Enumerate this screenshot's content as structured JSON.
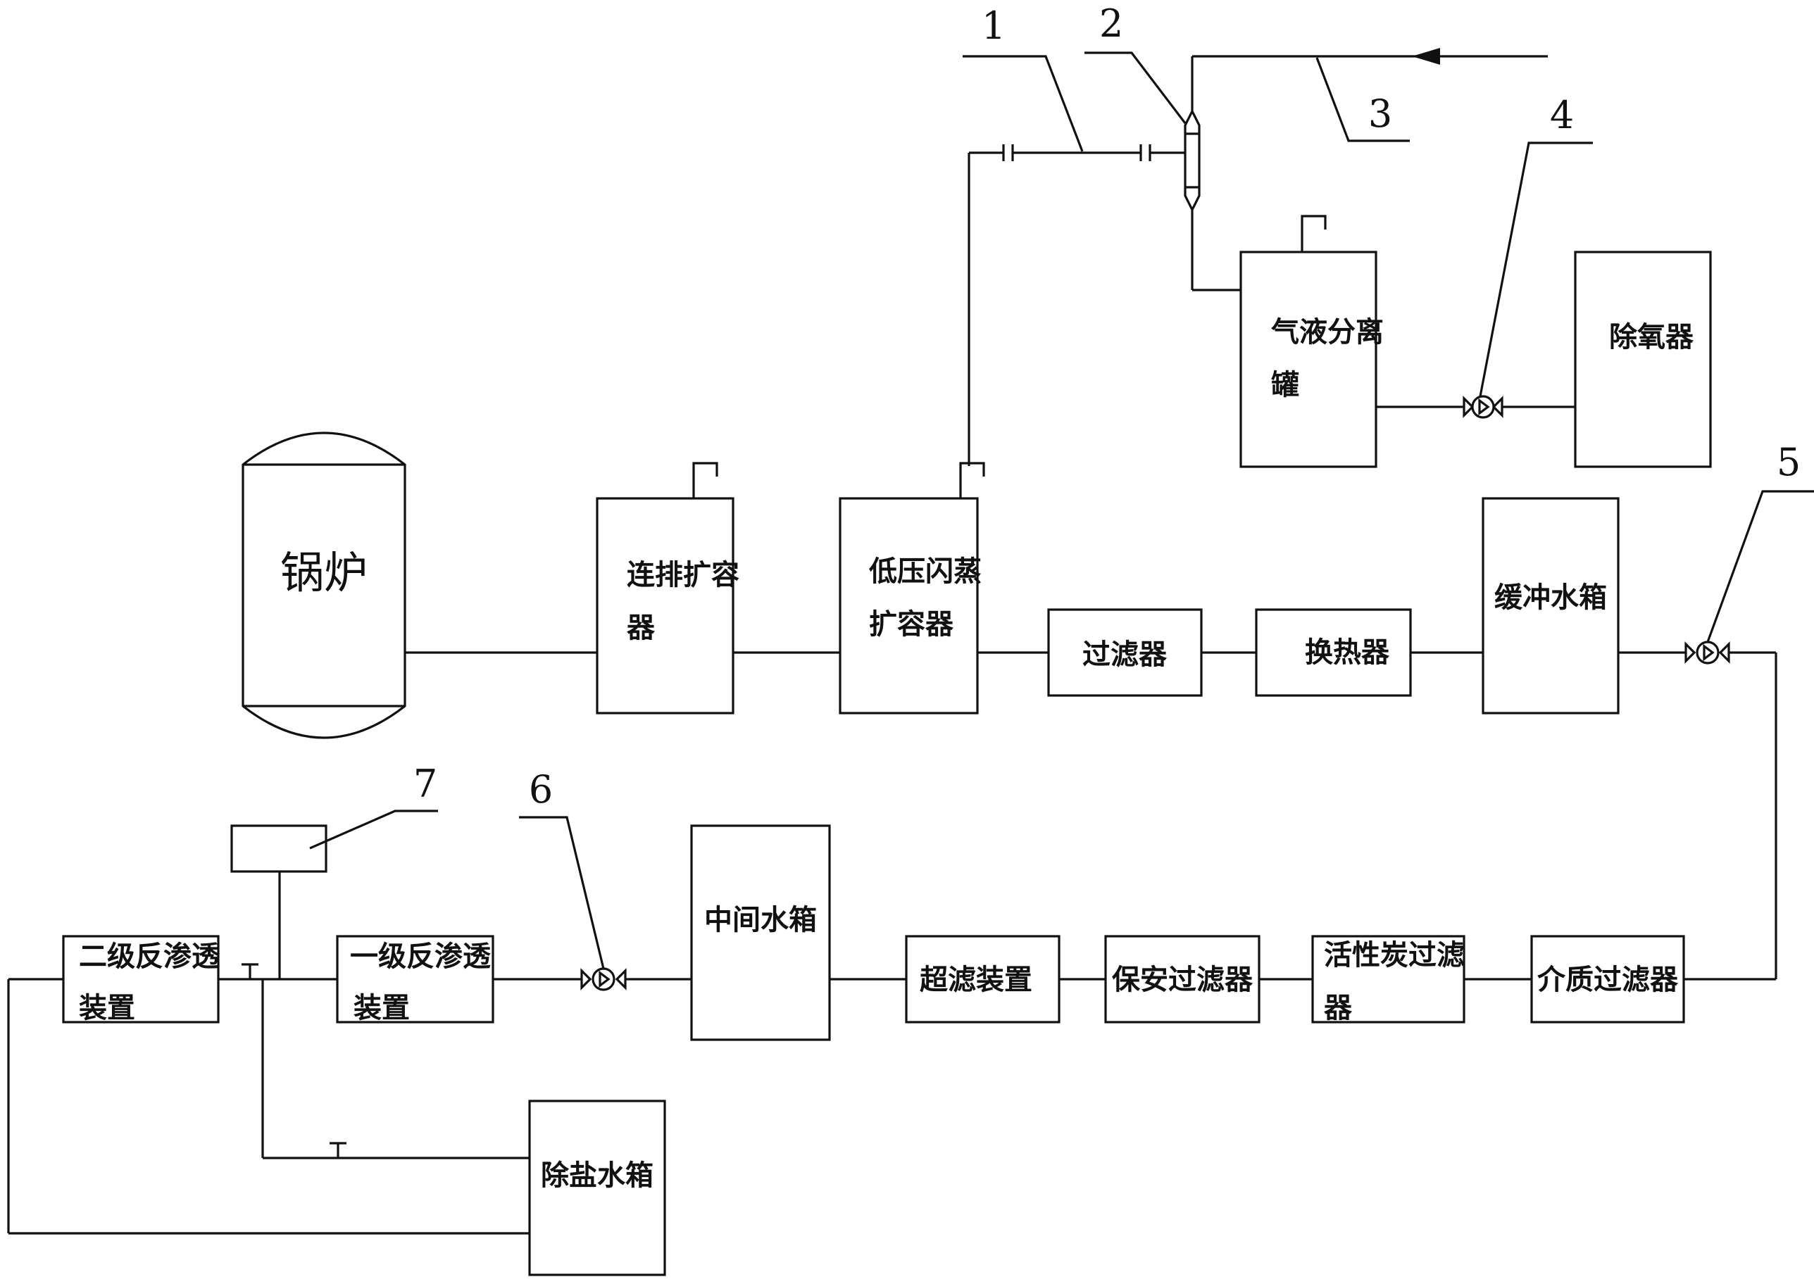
{
  "equipment": {
    "boiler": "锅炉",
    "cont_blowdown_line1": "连排扩容",
    "cont_blowdown_line2": "器",
    "lp_flash_line1": "低压闪蒸",
    "lp_flash_line2": "扩容器",
    "filter": "过滤器",
    "heat_exchanger": "换热器",
    "buffer_tank": "缓冲水箱",
    "gas_liquid_line1": "气液分离",
    "gas_liquid_line2": "罐",
    "deaerator": "除氧器",
    "media_filter": "介质过滤器",
    "carbon_filter_line1": "活性炭过滤",
    "carbon_filter_line2": "器",
    "safety_filter": "保安过滤器",
    "ultrafilter": "超滤装置",
    "middle_tank": "中间水箱",
    "ro1_line1": "一级反渗透",
    "ro1_line2": "装置",
    "ro2_line1": "二级反渗透",
    "ro2_line2": "装置",
    "demin_tank": "除盐水箱"
  },
  "callouts": {
    "n1": "1",
    "n2": "2",
    "n3": "3",
    "n4": "4",
    "n5": "5",
    "n6": "6",
    "n7": "7"
  }
}
